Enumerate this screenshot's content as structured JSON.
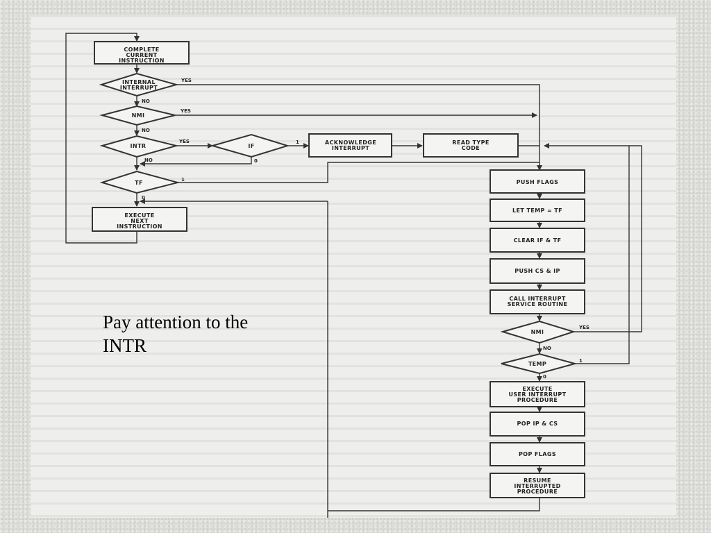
{
  "nodes": {
    "complete_current": [
      "COMPLETE",
      "CURRENT",
      "INSTRUCTION"
    ],
    "internal_interrupt": [
      "INTERNAL",
      "INTERRUPT"
    ],
    "nmi_top": [
      "NMI"
    ],
    "intr": [
      "INTR"
    ],
    "if": [
      "IF"
    ],
    "acknowledge": [
      "ACKNOWLEDGE",
      "INTERRUPT"
    ],
    "read_type": [
      "READ TYPE",
      "CODE"
    ],
    "tf": [
      "TF"
    ],
    "execute_next": [
      "EXECUTE",
      "NEXT",
      "INSTRUCTION"
    ],
    "push_flags": [
      "PUSH FLAGS"
    ],
    "let_temp": [
      "LET TEMP = TF"
    ],
    "clear_if_tf": [
      "CLEAR IF & TF"
    ],
    "push_cs_ip": [
      "PUSH CS & IP"
    ],
    "call_isr": [
      "CALL INTERRUPT",
      "SERVICE ROUTINE"
    ],
    "nmi_bottom": [
      "NMI"
    ],
    "temp": [
      "TEMP"
    ],
    "execute_user": [
      "EXECUTE",
      "USER INTERRUPT",
      "PROCEDURE"
    ],
    "pop_ip_cs": [
      "POP IP & CS"
    ],
    "pop_flags": [
      "POP FLAGS"
    ],
    "resume": [
      "RESUME",
      "INTERRUPTED",
      "PROCEDURE"
    ]
  },
  "edge_labels": {
    "internal_yes": "YES",
    "internal_no": "NO",
    "nmi_yes": "YES",
    "nmi_no": "NO",
    "intr_yes": "YES",
    "intr_no": "NO",
    "if_one": "1",
    "if_zero": "0",
    "tf_one": "1",
    "tf_zero": "0",
    "nmi2_yes": "YES",
    "nmi2_no": "NO",
    "temp_one": "1",
    "temp_zero": "0"
  },
  "caption": {
    "line1": "Pay attention to the",
    "line2": "INTR"
  }
}
